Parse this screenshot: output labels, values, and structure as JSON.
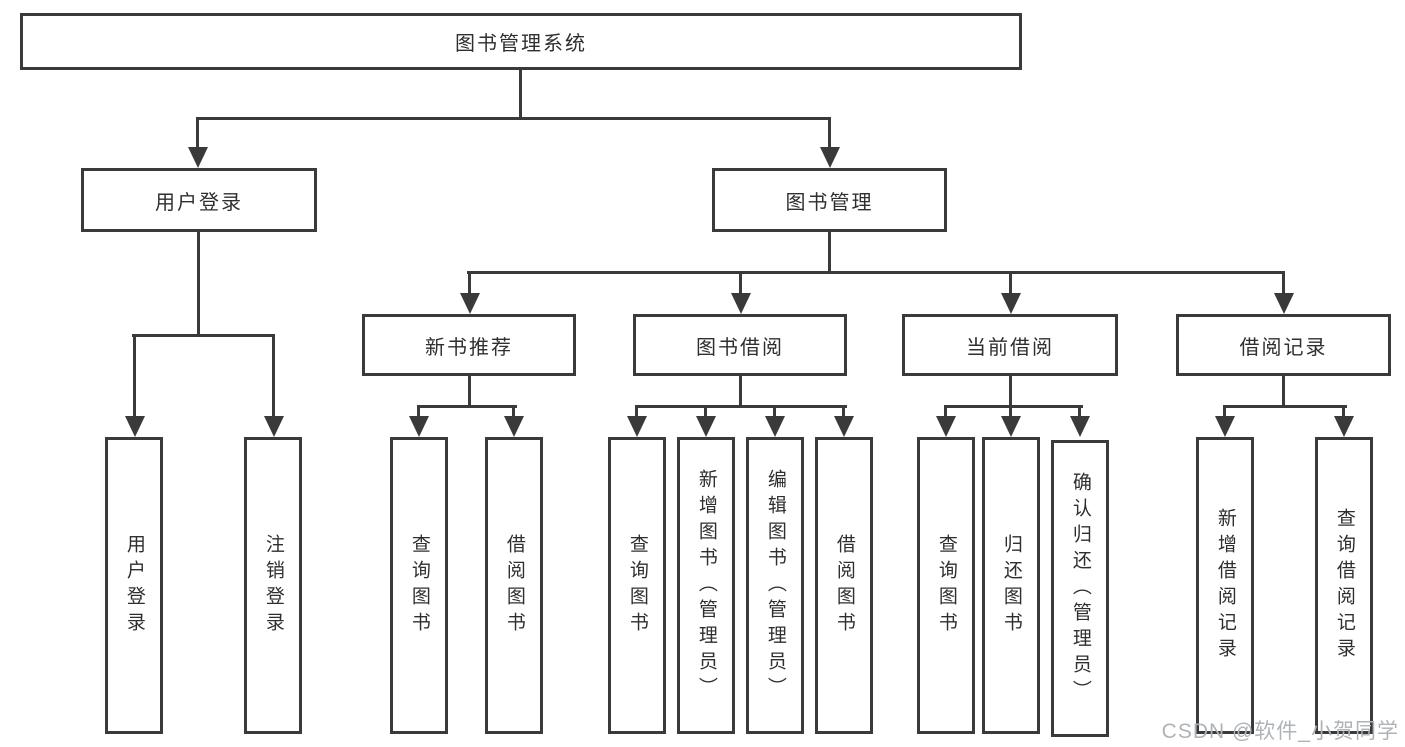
{
  "diagram": {
    "nodes": {
      "root": "图书管理系统",
      "user_login": "用户登录",
      "book_mgmt": "图书管理",
      "new_book": "新书推荐",
      "borrow": "图书借阅",
      "current": "当前借阅",
      "records": "借阅记录"
    },
    "leaves": {
      "user_login": [
        "用户登录",
        "注销登录"
      ],
      "new_book": [
        "查询图书",
        "借阅图书"
      ],
      "borrow": [
        "查询图书",
        "新增图书（管理员）",
        "编辑图书（管理员）",
        "借阅图书"
      ],
      "current": [
        "查询图书",
        "归还图书",
        "确认归还（管理员）"
      ],
      "records": [
        "新增借阅记录",
        "查询借阅记录"
      ]
    }
  },
  "watermark": {
    "text": "CSDN @软件_小贺同学"
  },
  "colors": {
    "line": "#3a3a3a",
    "text": "#2f2f2f",
    "background": "#ffffff",
    "watermark": "#aeb3b8"
  }
}
